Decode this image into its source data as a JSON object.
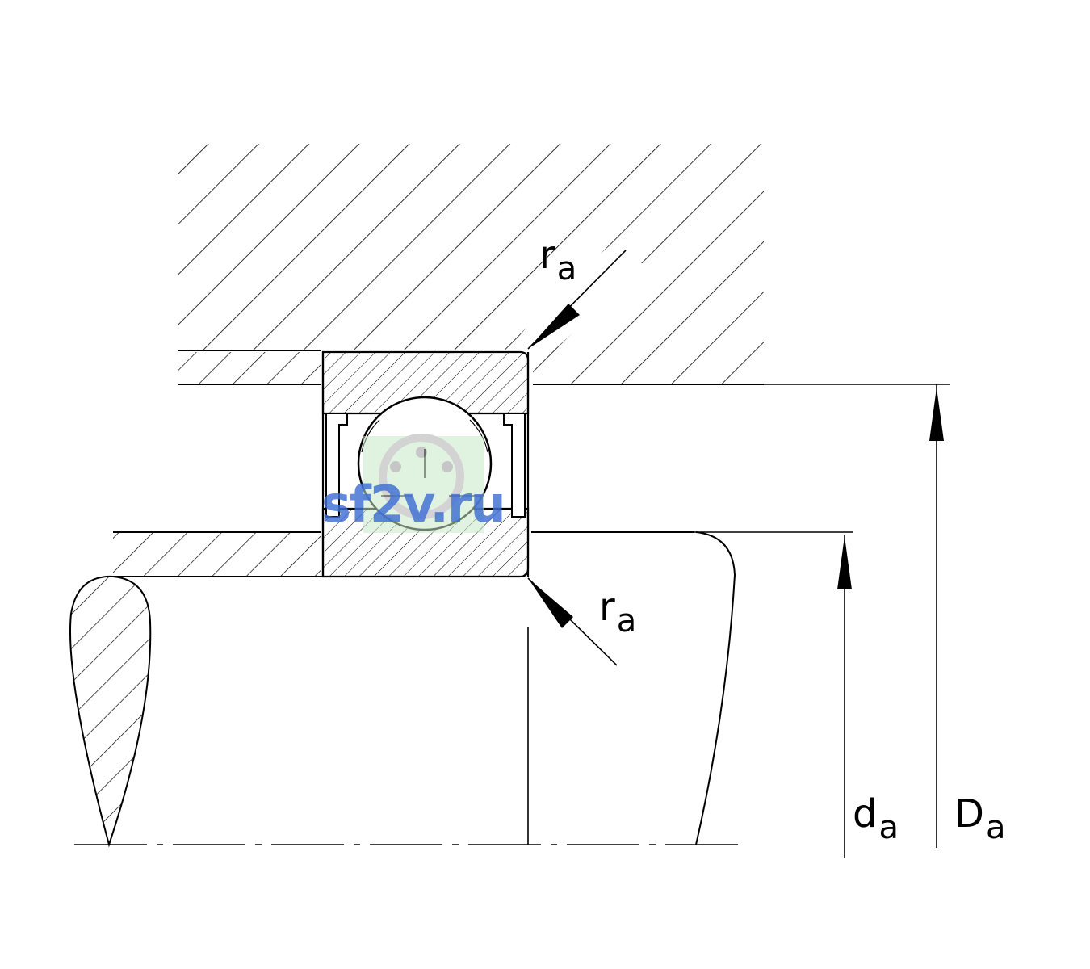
{
  "labels": {
    "ra_top": {
      "main": "r",
      "sub": "a"
    },
    "ra_bottom": {
      "main": "r",
      "sub": "a"
    },
    "da": {
      "main": "d",
      "sub": "a"
    },
    "Da": {
      "main": "D",
      "sub": "a"
    }
  },
  "watermark": "sf2v.ru",
  "colors": {
    "line": "#000000",
    "background": "#ffffff",
    "watermark_blue": "#3f6fd4",
    "watermark_green": "#8fcf8f",
    "watermark_gray": "#b0b0b0"
  }
}
